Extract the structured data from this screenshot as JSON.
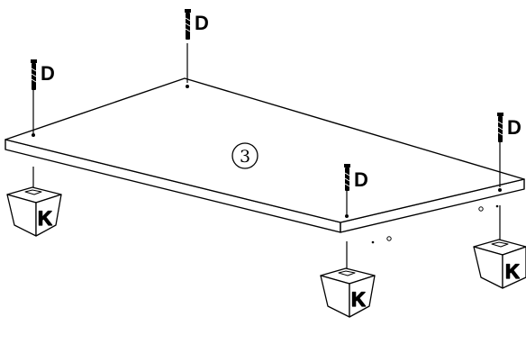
{
  "step": {
    "number": "3"
  },
  "parts": {
    "screw": "D",
    "foot": "K"
  },
  "colors": {
    "line": "#000000",
    "fill": "#ffffff"
  }
}
